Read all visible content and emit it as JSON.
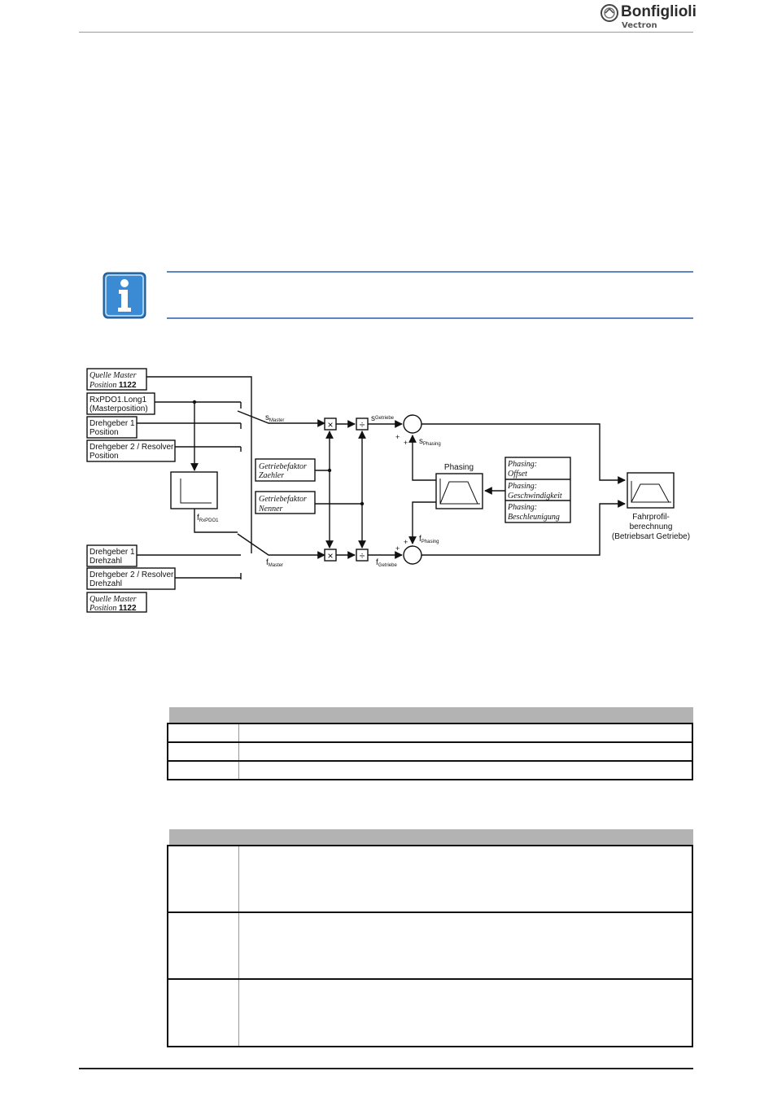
{
  "header": {
    "brand": "Bonfiglioli",
    "sub_brand": "Vectron"
  },
  "diagram": {
    "inputs": {
      "quelle_master_top": [
        "Quelle Master",
        "Position ",
        "1122"
      ],
      "rxpdo": [
        "RxPDO1.Long1",
        "(Masterposition)"
      ],
      "drehgeber1_pos": [
        "Drehgeber 1",
        "Position"
      ],
      "drehgeber2_pos": [
        "Drehgeber 2 / Resolver",
        "Position"
      ],
      "drehgeber1_speed": [
        "Drehgeber 1",
        "Drehzahl"
      ],
      "drehgeber2_speed": [
        "Drehgeber 2 / Resolver",
        "Drehzahl"
      ],
      "quelle_master_bottom": [
        "Quelle Master",
        "Position ",
        "1122"
      ]
    },
    "getriebe_zaehler": [
      "Getriebefaktor",
      "Zaehler"
    ],
    "getriebe_nenner": [
      "Getriebefaktor",
      "Nenner"
    ],
    "phasing_title": "Phasing",
    "phasing_params": [
      [
        "Phasing:",
        "Offset"
      ],
      [
        "Phasing:",
        "Geschwindigkeit"
      ],
      [
        "Phasing:",
        "Beschleunigung"
      ]
    ],
    "fahrprofil": [
      "Fahrprofil-",
      "berechnung",
      "(Betriebsart Getriebe)"
    ],
    "signals": {
      "s_master": [
        "s",
        "Master"
      ],
      "s_getriebe": [
        "s",
        "Getriebe"
      ],
      "s_phasing": [
        "s",
        "Phasing"
      ],
      "f_rxpdo": [
        "f",
        "RxPDO1"
      ],
      "f_master": [
        "f",
        "Master"
      ],
      "f_getriebe": [
        "f",
        "Getriebe"
      ],
      "f_phasing": [
        "f",
        "Phasing"
      ]
    },
    "ops": {
      "mult": "×",
      "div": "÷",
      "plus": "+"
    }
  }
}
